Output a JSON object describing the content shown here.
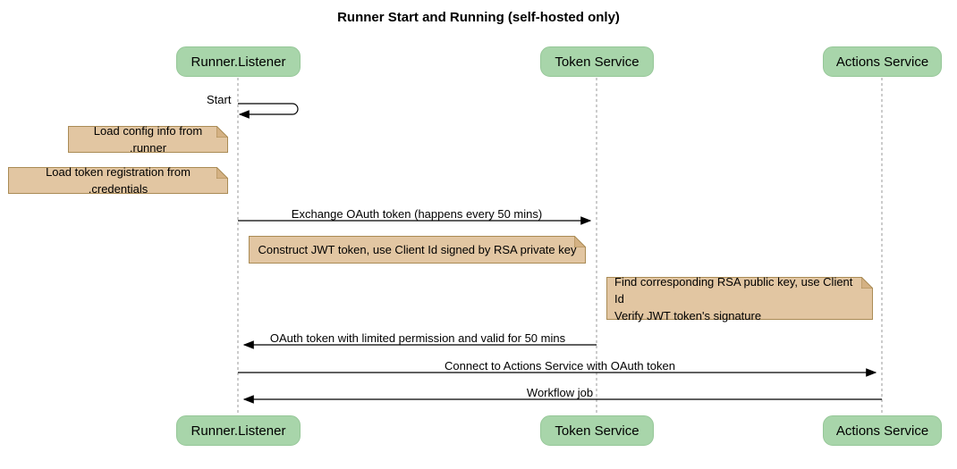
{
  "title": "Runner Start and Running (self-hosted only)",
  "participants": [
    {
      "name": "Runner.Listener"
    },
    {
      "name": "Token Service"
    },
    {
      "name": "Actions Service"
    }
  ],
  "messages": [
    {
      "from": "Runner.Listener",
      "to": "Runner.Listener",
      "type": "self",
      "label": "Start"
    },
    {
      "from": "Runner.Listener",
      "to": "Token Service",
      "type": "solid",
      "label": "Exchange OAuth token (happens every 50 mins)"
    },
    {
      "from": "Token Service",
      "to": "Runner.Listener",
      "type": "solid",
      "label": "OAuth token with limited permission and valid for 50 mins"
    },
    {
      "from": "Runner.Listener",
      "to": "Actions Service",
      "type": "solid",
      "label": "Connect to Actions Service with OAuth token"
    },
    {
      "from": "Actions Service",
      "to": "Runner.Listener",
      "type": "solid",
      "label": "Workflow job"
    }
  ],
  "notes": [
    {
      "position": "left of Runner.Listener",
      "text": "Load config info from .runner"
    },
    {
      "position": "left of Runner.Listener",
      "text": "Load token registration from .credentials"
    },
    {
      "position": "between Runner.Listener and Token Service",
      "text": "Construct JWT token, use Client Id signed by RSA private key"
    },
    {
      "position": "between Token Service and Actions Service",
      "text": "Find corresponding RSA public key, use Client Id\nVerify JWT token's signature"
    }
  ],
  "colors": {
    "background": "#ffffff",
    "participant_fill": "#a8d5aa",
    "participant_border": "#96c798",
    "note_fill": "#e2c6a2",
    "note_border": "#aa8b55",
    "note_fold": "#d4b183",
    "lifeline": "#999999",
    "arrow": "#000000",
    "text": "#000000"
  }
}
